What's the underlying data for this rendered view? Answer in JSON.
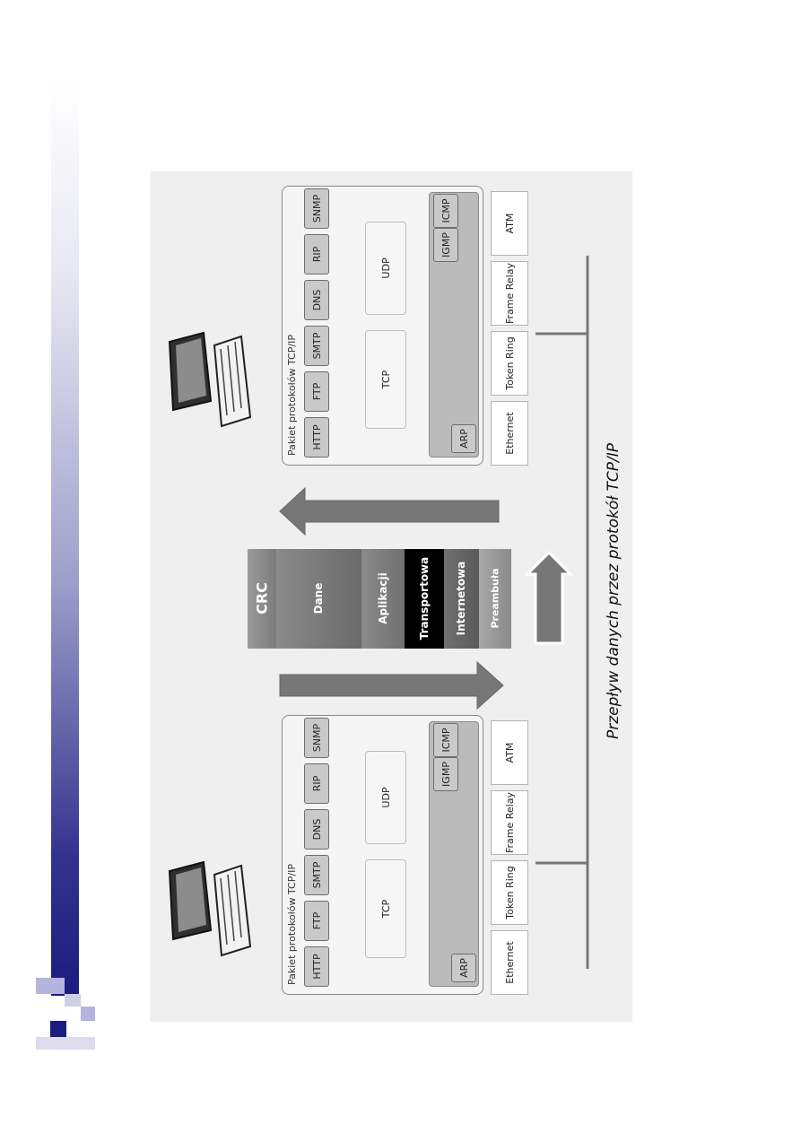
{
  "stack_title": "Pakiet protokołów TCP/IP",
  "application_protocols": [
    "HTTP",
    "FTP",
    "SMTP",
    "DNS",
    "RIP",
    "SNMP"
  ],
  "transport_protocols": [
    "TCP",
    "UDP"
  ],
  "internet_protocols": {
    "arp": "ARP",
    "igmp": "IGMP",
    "icmp": "ICMP"
  },
  "link_technologies": [
    "Ethernet",
    "Token Ring",
    "Frame Relay",
    "ATM"
  ],
  "packet_segments": [
    "Preambuła",
    "Internetowa",
    "Transportowa",
    "Aplikacji",
    "Dane",
    "CRC"
  ],
  "caption": "Przepływ danych przez protokół TCP/IP",
  "colors": {
    "sidebar_dark": "#1c1c80",
    "sidebar_light": "#9d9dca",
    "highlight_segment": "#000000"
  }
}
